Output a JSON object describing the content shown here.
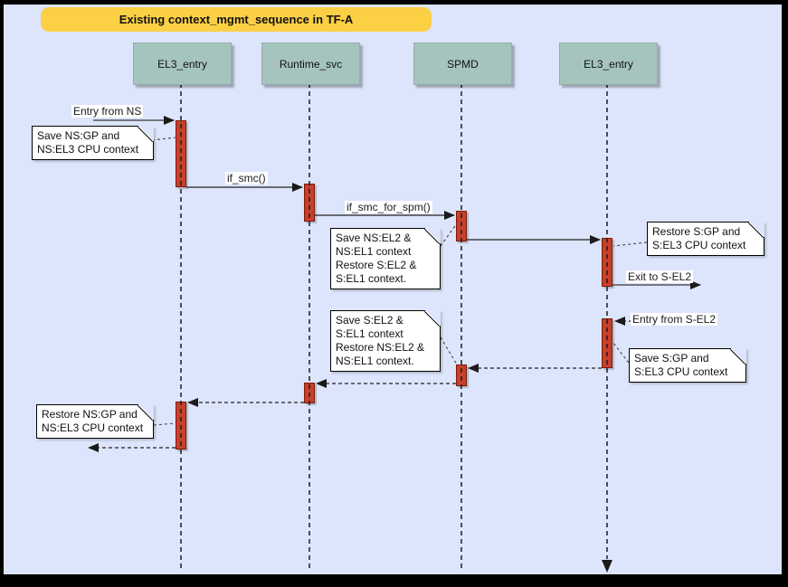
{
  "title": "Existing context_mgmt_sequence in TF-A",
  "lifelines": [
    {
      "label": "EL3_entry"
    },
    {
      "label": "Runtime_svc"
    },
    {
      "label": "SPMD"
    },
    {
      "label": "EL3_entry"
    }
  ],
  "messages": {
    "entry_from_ns": "Entry from NS",
    "if_smc": "if_smc()",
    "if_smc_for_spm": "if_smc_for_spm()",
    "exit_to_s_el2": "Exit to S-EL2",
    "entry_from_s_el2": "Entry from S-EL2"
  },
  "notes": {
    "save_ns_gp": "Save NS:GP and\nNS:EL3 CPU context",
    "save_ns_el2": "Save NS:EL2 &\nNS:EL1 context\nRestore S:EL2 &\nS:EL1 context.",
    "restore_s_gp": "Restore S:GP and\nS:EL3 CPU context",
    "save_s_el2": "Save S:EL2 &\nS:EL1 context\nRestore NS:EL2 &\nNS:EL1 context.",
    "save_s_gp": "Save S:GP and\nS:EL3 CPU context",
    "restore_ns_gp": "Restore NS:GP and\nNS:EL3 CPU context"
  },
  "colors": {
    "background": "#dce5fb",
    "frame": "#000000",
    "title_fill": "#fcd045",
    "lifeline_fill": "#a6c4be",
    "activation_fill": "#c7402a",
    "activation_border": "#7c1a0a",
    "note_fill": "#ffffff",
    "line": "#2b2b2b"
  }
}
